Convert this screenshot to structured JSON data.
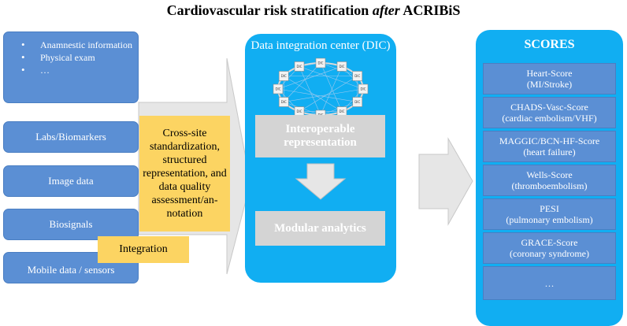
{
  "title": {
    "prefix": "Cardiovascular risk stratification ",
    "emphasis": "after",
    "suffix": " ACRIBiS"
  },
  "sources": {
    "bullets": [
      "Anamnestic information",
      "Physical exam",
      "…"
    ],
    "items": [
      "Labs/Biomarkers",
      "Image data",
      "Biosignals",
      "Mobile data / sensors"
    ]
  },
  "standardization": "Cross-site standardization, structured representation, and data quality assessment/an-notation",
  "integration": "Integration",
  "dic": {
    "title": "Data integration center (DIC)",
    "node_label": "DIC",
    "interoperable": "Interoperable representation",
    "analytics": "Modular analytics"
  },
  "scores": {
    "title": "SCORES",
    "items": [
      {
        "name": "Heart-Score",
        "detail": "(MI/Stroke)"
      },
      {
        "name": "CHADS-Vasc-Score",
        "detail": "(cardiac embolism/VHF)"
      },
      {
        "name": "MAGGIC/BCN-HF-Score",
        "detail": "(heart failure)"
      },
      {
        "name": "Wells-Score",
        "detail": "(thromboembolism)"
      },
      {
        "name": "PESI",
        "detail": "(pulmonary embolism)"
      },
      {
        "name": "GRACE-Score",
        "detail": "(coronary syndrome)"
      },
      {
        "name": "…",
        "detail": ""
      }
    ]
  },
  "colors": {
    "source_blue": "#5b8fd4",
    "panel_blue": "#11aef2",
    "yellow": "#fcd462",
    "grey": "#d4d4d4",
    "arrow_grey": "#e6e6e6"
  }
}
